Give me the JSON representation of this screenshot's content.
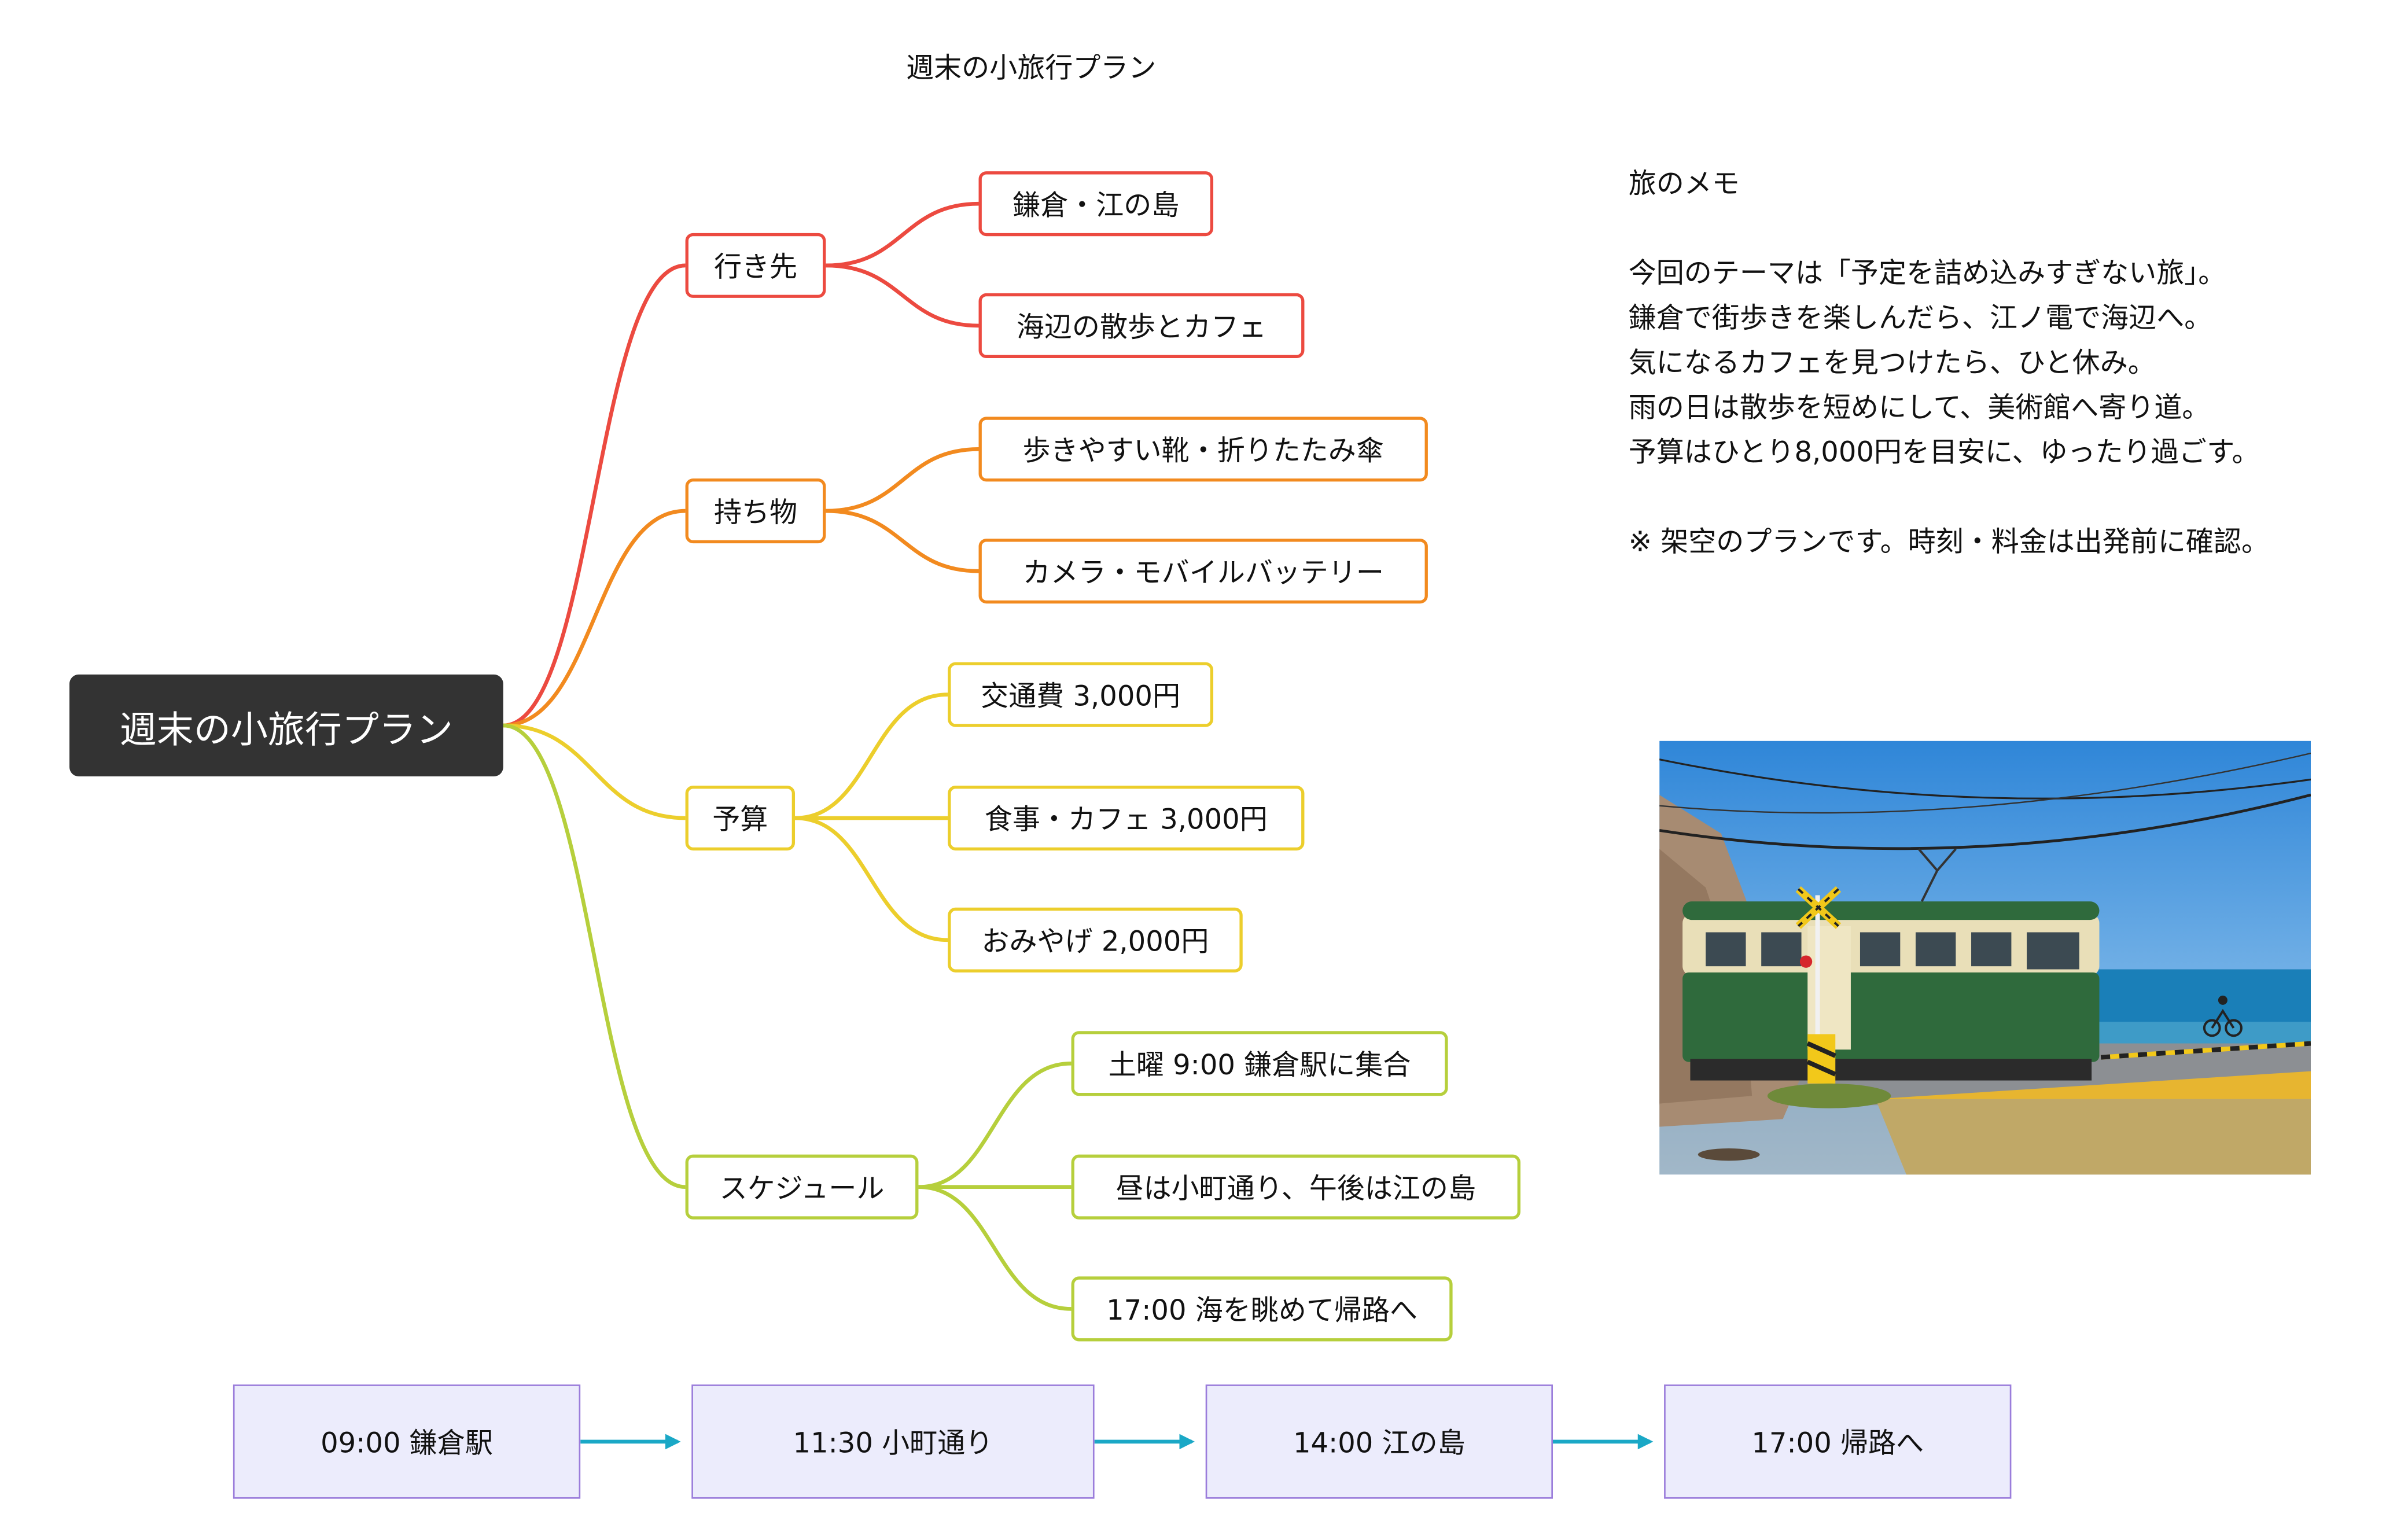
{
  "diagram_title": "週末の小旅行プラン",
  "root_label": "週末の小旅行プラン",
  "colors": {
    "red": "#ec4a40",
    "orange": "#f28a1f",
    "yellow": "#ecce2c",
    "green": "#b6cf3c",
    "flow_arrow": "#1aa8c6",
    "step_border": "#9b7ddb",
    "step_fill": "#ececfc",
    "root_fill": "#333333"
  },
  "branches": [
    {
      "label": "行き先",
      "color": "#ec4a40",
      "children": [
        "鎌倉・江の島",
        "海辺の散歩とカフェ"
      ]
    },
    {
      "label": "持ち物",
      "color": "#f28a1f",
      "children": [
        "歩きやすい靴・折りたたみ傘",
        "カメラ・モバイルバッテリー"
      ]
    },
    {
      "label": "予算",
      "color": "#ecce2c",
      "children": [
        "交通費 3,000円",
        "食事・カフェ 3,000円",
        "おみやげ 2,000円"
      ]
    },
    {
      "label": "スケジュール",
      "color": "#b6cf3c",
      "children": [
        "土曜 9:00 鎌倉駅に集合",
        "昼は小町通り、午後は江の島",
        "17:00 海を眺めて帰路へ"
      ]
    }
  ],
  "memo": {
    "heading": "旅のメモ",
    "lines": [
      "今回のテーマは「予定を詰め込みすぎない旅」。",
      "鎌倉で街歩きを楽しんだら、江ノ電で海辺へ。",
      "気になるカフェを見つけたら、ひと休み。",
      "雨の日は散歩を短めにして、美術館へ寄り道。",
      "予算はひとり8,000円を目安に、ゆったり過ごす。"
    ],
    "note": "※ 架空のプランです。時刻・料金は出発前に確認。"
  },
  "timeline": [
    "09:00 鎌倉駅",
    "11:30 小町通り",
    "14:00 江の島",
    "17:00 帰路へ"
  ]
}
